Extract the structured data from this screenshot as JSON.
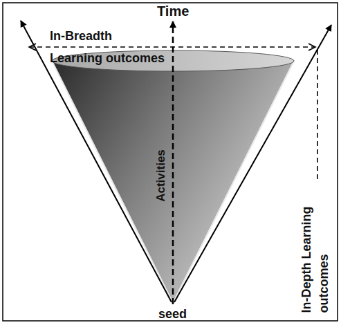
{
  "diagram": {
    "labels": [
      "Time",
      "In-Breadth Learning outcomes",
      "Activities",
      "In-Depth Learning outcomes",
      "seed"
    ]
  }
}
